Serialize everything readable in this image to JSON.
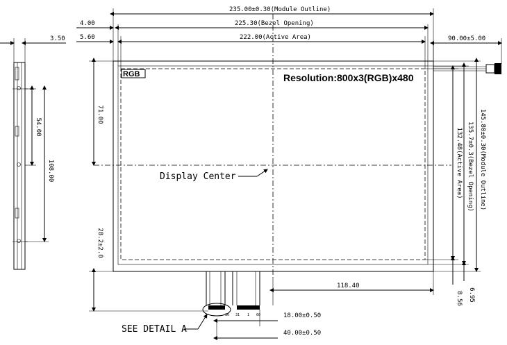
{
  "dimensions": {
    "module_outline_w": "235.00±0.30(Module Outline)",
    "bezel_opening_w": "225.30(Bezel Opening)",
    "active_area_w": "222.00(Active Area)",
    "left_4": "4.00",
    "left_560": "5.60",
    "side_350": "3.50",
    "fpc_90": "90.00±5.00",
    "top_71": "71.00",
    "side_54": "54.00",
    "side_108": "108.00",
    "bottom_282": "28.2±2.0",
    "right_1184": "118.40",
    "fpc_18": "18.00±0.50",
    "fpc_40": "40.00±0.50",
    "active_h": "132.48(Active Area)",
    "bezel_h": "135.7±0.3(Bezel Opening)",
    "module_h": "145.80±0.30(Module Outline)",
    "bot_856": "8.56",
    "bot_695": "6.95"
  },
  "labels": {
    "rgb": "RGB",
    "resolution": "Resolution:800x3(RGB)x480",
    "display_center": "Display Center",
    "see_detail": "SEE DETAIL   A",
    "pin_30": "30",
    "pin_31": "31",
    "pin_1": "1",
    "pin_60": "60"
  }
}
